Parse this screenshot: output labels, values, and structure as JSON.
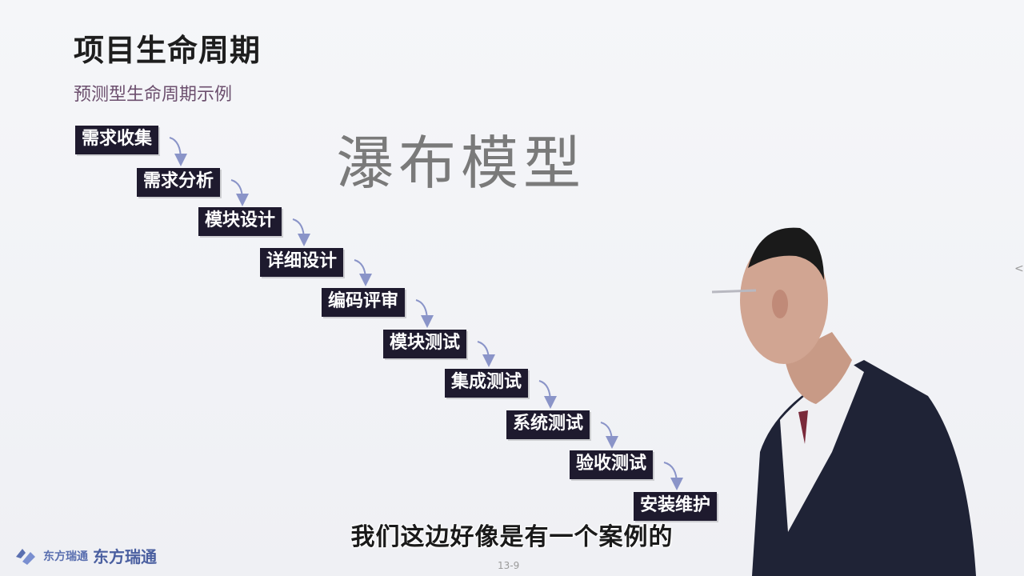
{
  "slide": {
    "title": "项目生命周期",
    "subtitle": "预测型生命周期示例",
    "model_title": "瀑布模型",
    "steps": [
      "需求收集",
      "需求分析",
      "模块设计",
      "详细设计",
      "编码评审",
      "模块测试",
      "集成测试",
      "系统测试",
      "验收测试",
      "安装维护"
    ],
    "caption": "我们这边好像是有一个案例的",
    "footer": {
      "logo_text": "东方瑞通",
      "logo_small_text": "东方瑞通"
    },
    "page_number": "13-9",
    "colors": {
      "step_bg": "#1e1a2e",
      "subtitle": "#6c4f6e",
      "arrow": "#8a94c8"
    }
  }
}
